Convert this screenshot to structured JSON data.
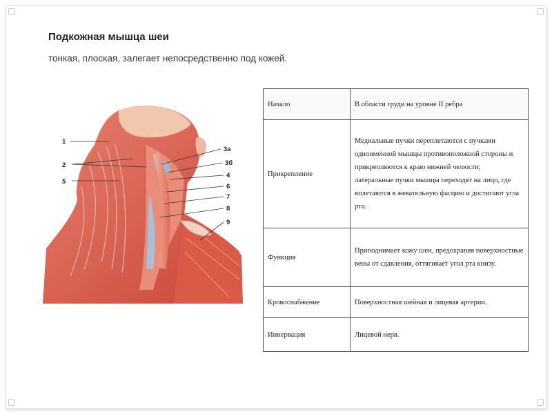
{
  "slide": {
    "title": "Подкожная мышца шеи",
    "subtitle": "тонкая, плоская, залегает непосредственно под кожей."
  },
  "figure": {
    "description_label": "anatomical illustration of neck muscles",
    "labels": [
      "1",
      "2",
      "3а",
      "3б",
      "4",
      "5",
      "6",
      "7",
      "8",
      "9"
    ]
  },
  "table": {
    "rows": [
      {
        "key": "Начало",
        "value": "В области груди на уровне II ребра"
      },
      {
        "key": "Прикрепление",
        "value": "Медиальные пучки переплетаются с пучками одноименной мышцы противоположной стороны и прикрепляются к краю нижней челюсти;\nлатеральные пучки мышцы переходят на лицо, где вплетаются в жевательную фасцию и достигают угла рта."
      },
      {
        "key": "Функция",
        "value": "Приподнимает кожу шеи, предохраняя поверхностные вены от сдавления, оттягивает угол рта книзу."
      },
      {
        "key": "Кровоснабжение",
        "value": "Поверхностная шейная и лицевая артерии."
      },
      {
        "key": "Иннервация",
        "value": "Лицевой нерв."
      }
    ]
  },
  "colors": {
    "muscle": "#d9584a",
    "muscle_light": "#f0a594",
    "skin": "#f2c9b0",
    "vein": "#7ea6c9",
    "border": "#555555"
  }
}
